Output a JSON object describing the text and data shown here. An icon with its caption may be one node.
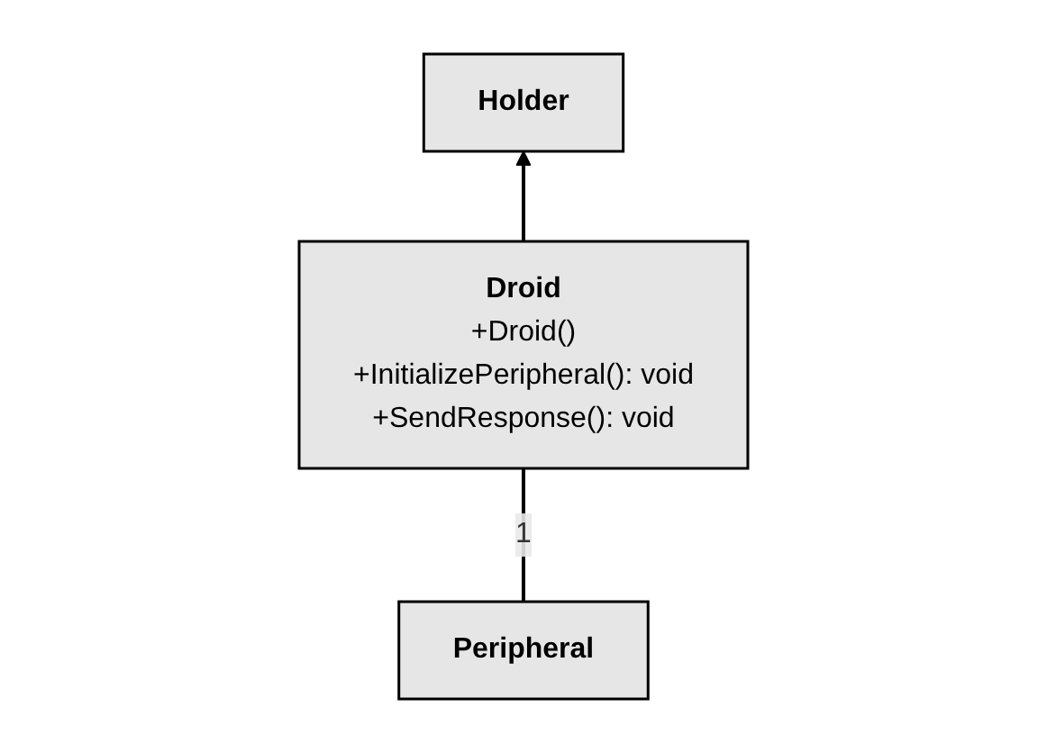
{
  "diagram": {
    "nodes": [
      {
        "text": [
          "Holder"
        ]
      },
      {
        "text": [
          "Peripheral"
        ]
      },
      {
        "text": [
          "Droid",
          "+Droid()",
          "+InitializePeripheral(): void",
          "+SendResponse(): void"
        ]
      }
    ],
    "edges": [
      {
        "from": 2,
        "to": 0,
        "arrow": "to"
      },
      {
        "from": 1,
        "to": 2,
        "arrow": "none",
        "label": "1"
      }
    ]
  }
}
